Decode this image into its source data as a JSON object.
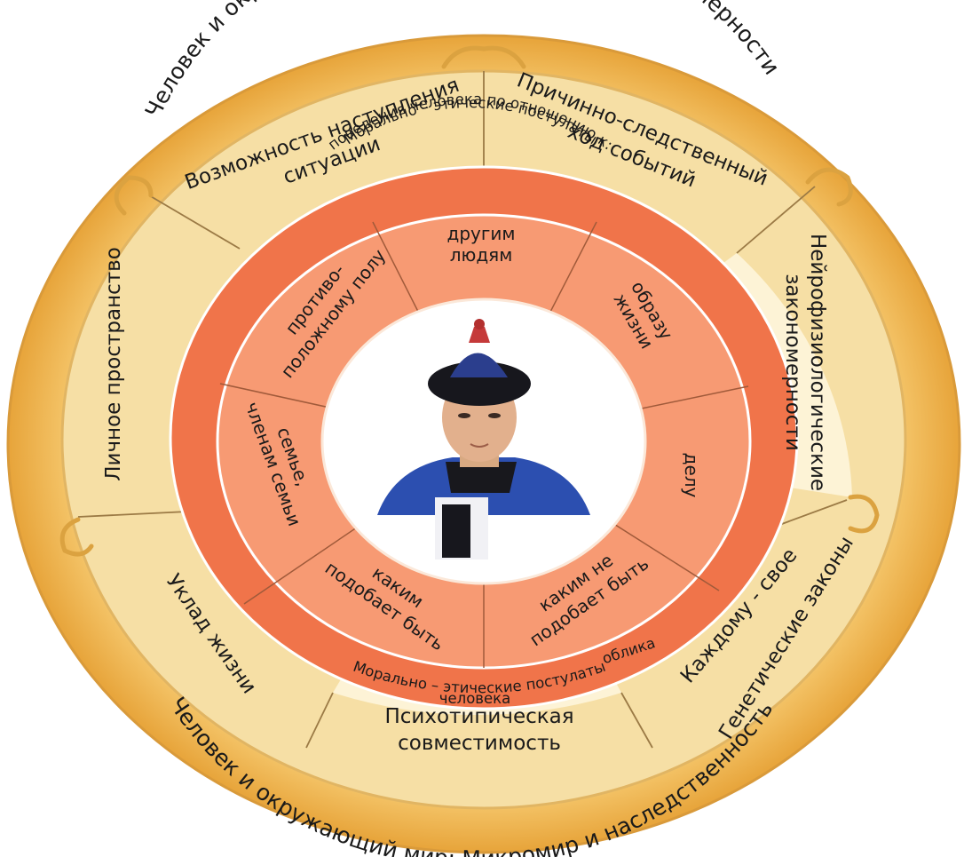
{
  "outer_ring": {
    "top_arc": "Человек и окружающий мир : Макромир и его закономерности",
    "bottom_arc": "Человек и окружающий мир: Микромир и наследственность"
  },
  "middle_ring": {
    "possibility": [
      "Возможность наступления",
      "ситуации"
    ],
    "causal": [
      "Причинно-следственный",
      "ход событий"
    ],
    "neurophysio": [
      "Нейрофизиологические",
      "закономерности"
    ],
    "genetic": "Генетические законы",
    "to_each": "Каждому - свое",
    "psychotypic": [
      "Психотипическая",
      "совместимость"
    ],
    "way_of_life": "Уклад жизни",
    "personal_space": "Личное пространство"
  },
  "postulate_rings": {
    "behaviour": [
      "Морально – этические постулаты",
      "поведения человека по отношению к:"
    ],
    "appearance_line1": "Морально – этические постулаты",
    "appearance_line1_end": "облика",
    "appearance_line2": "человека"
  },
  "inner_ring": {
    "others": [
      "другим",
      "людям"
    ],
    "lifestyle": [
      "образу",
      "жизни"
    ],
    "work": "делу",
    "not_be": [
      "каким не",
      "подобает быть"
    ],
    "should_be": [
      "каким",
      "подобает быть"
    ],
    "family": [
      "семье,",
      "членам семьи"
    ],
    "opposite_sex": [
      "противо-",
      "положному полу"
    ]
  },
  "colors": {
    "outer_gold": "#efb24a",
    "middle_cream": "#f6dfa5",
    "light_cream": "#fdf3d6",
    "postulate_orange": "#f0744a",
    "inner_salmon": "#f79a73",
    "center_white": "#ffffff"
  },
  "center_image": "man-in-buryat-hat-and-robe"
}
